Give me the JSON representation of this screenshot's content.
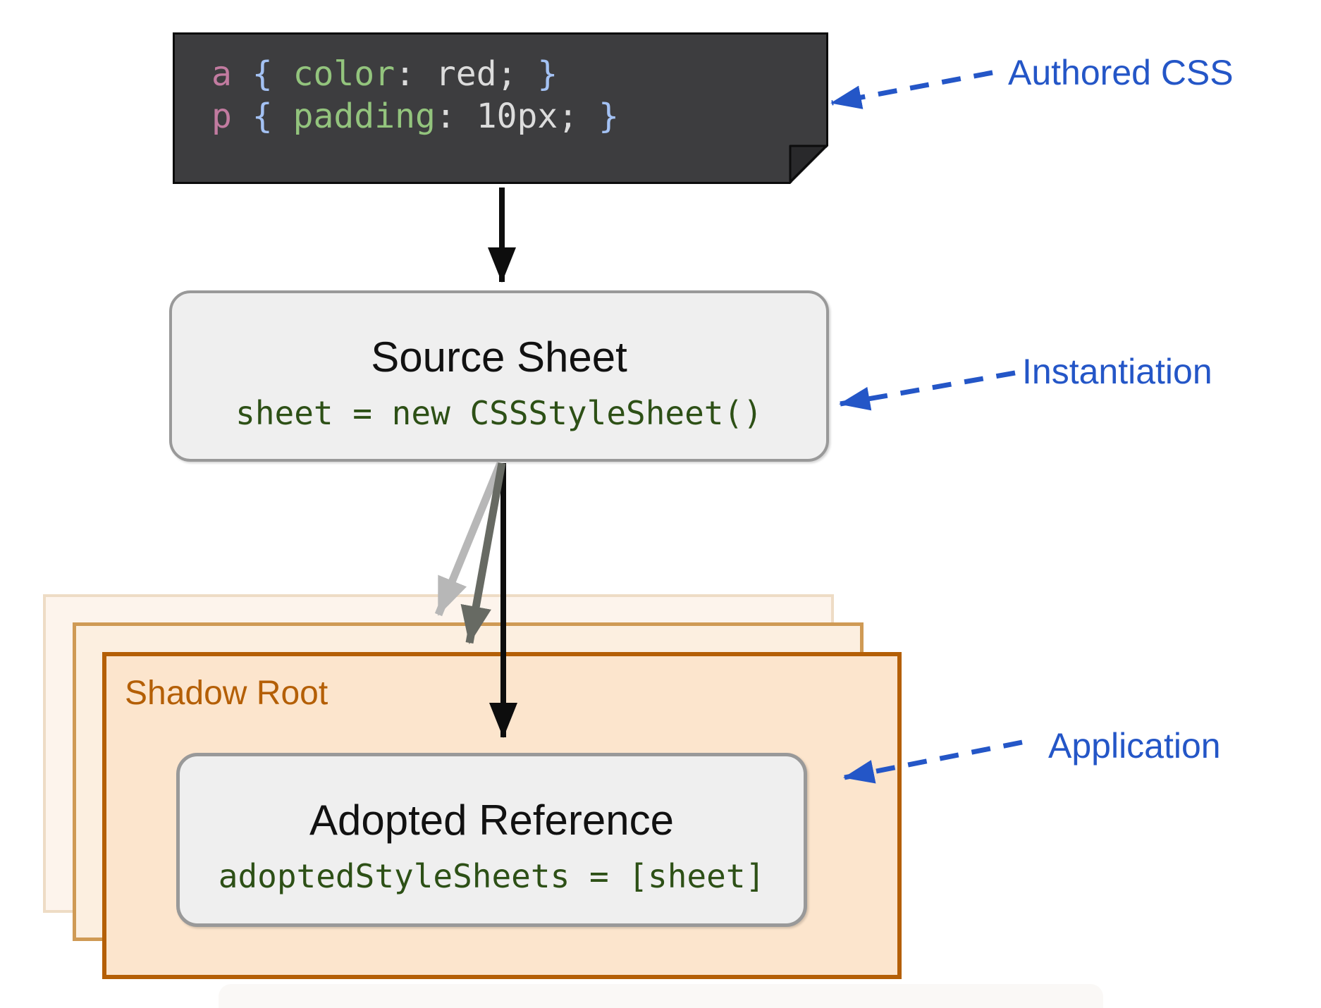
{
  "authored_box": {
    "lines": [
      {
        "selector": "a",
        "open": " { ",
        "property": "color",
        "value": ": red; ",
        "close": "}"
      },
      {
        "selector": "p",
        "open": " { ",
        "property": "padding",
        "value": ": 10px; ",
        "close": "}"
      }
    ]
  },
  "source_sheet": {
    "title": "Source Sheet",
    "code": "sheet = new CSSStyleSheet()"
  },
  "shadow_root": {
    "label": "Shadow Root"
  },
  "adopted": {
    "title": "Adopted Reference",
    "code": "adoptedStyleSheets = [sheet]"
  },
  "annotations": {
    "authored": "Authored CSS",
    "instantiation": "Instantiation",
    "application": "Application"
  },
  "colors": {
    "annotation_blue": "#2456c7",
    "code_card_bg": "#3d3d3f",
    "selector_pink": "#c27ba0",
    "brace_blue": "#a4c2f4",
    "property_green": "#93c47d",
    "value_gray": "#d9d9d9",
    "code_green": "#2d5016",
    "shadow_orange_border": "#b45f06",
    "shadow_orange_fill": "#fce5cd",
    "box_gray_fill": "#efefef",
    "box_gray_border": "#999999",
    "arrow_black": "#0d0d0d",
    "arrow_light_gray": "#b7b7b7",
    "arrow_dark_gray": "#676a63"
  }
}
